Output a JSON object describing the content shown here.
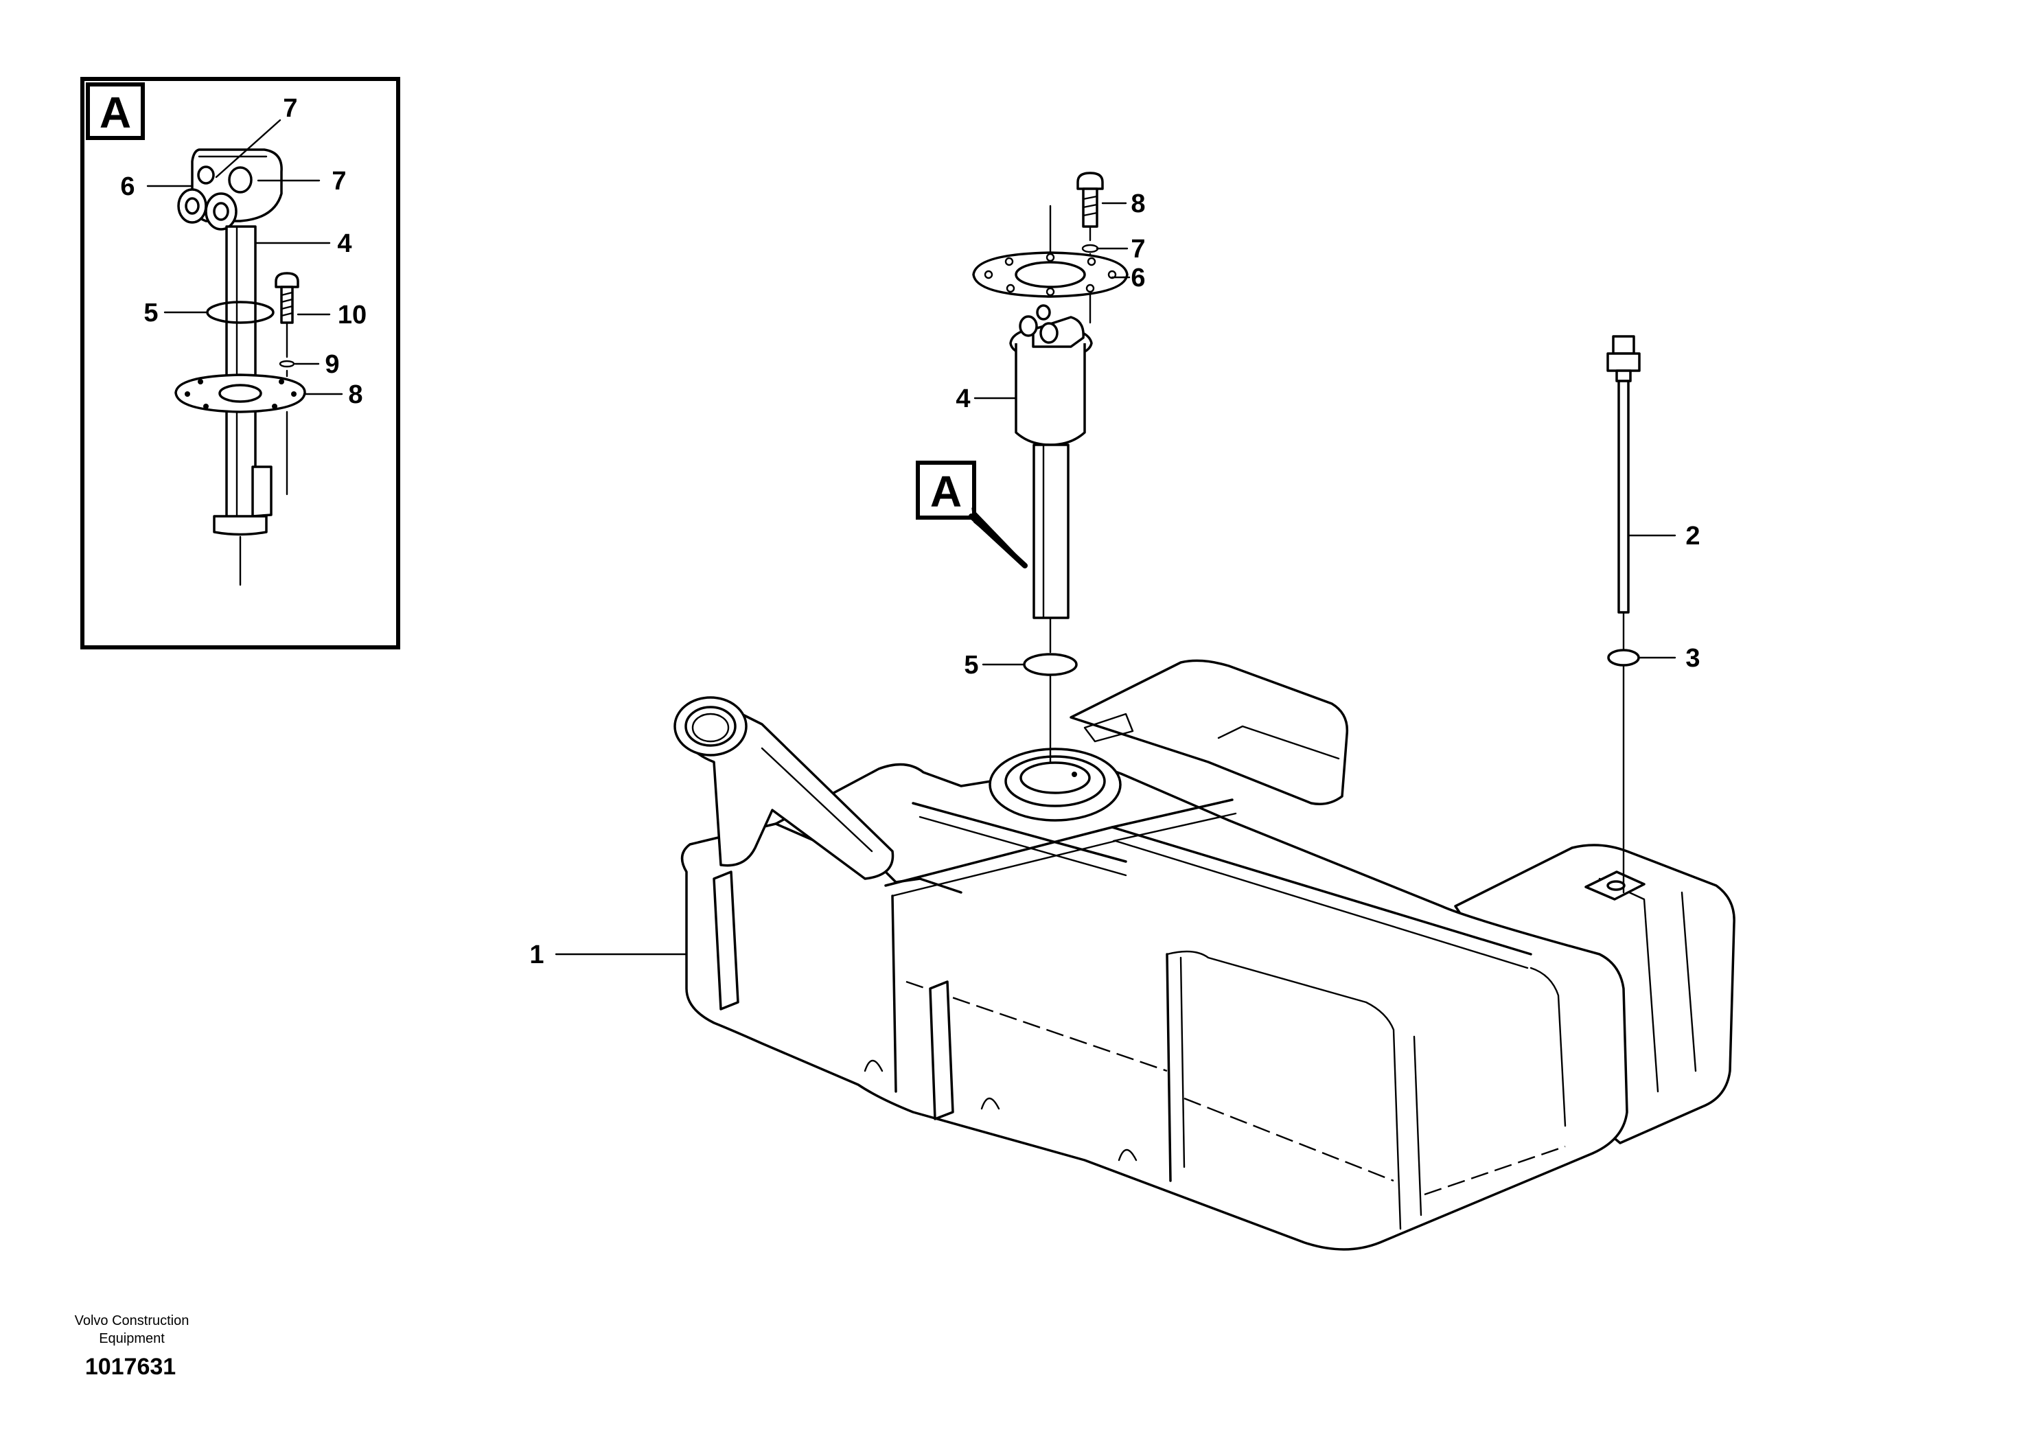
{
  "detail": {
    "label": "A",
    "callouts": [
      "7",
      "6",
      "7",
      "4",
      "5",
      "10",
      "9",
      "8"
    ]
  },
  "main": {
    "view_label": "A",
    "callouts": [
      "8",
      "7",
      "6",
      "4",
      "5",
      "2",
      "3",
      "1"
    ]
  },
  "footer": {
    "company_line1": "Volvo Construction",
    "company_line2": "Equipment",
    "drawing_number": "1017631"
  }
}
